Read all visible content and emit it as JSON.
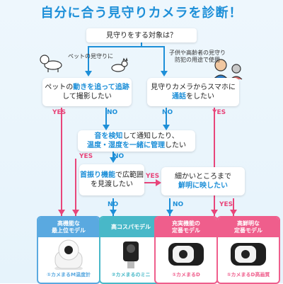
{
  "title": "自分に合う見守りカメラを診断！",
  "q_root": "見守りをする対象は？",
  "branch_left_label": [
    "ペットの見守りに"
  ],
  "branch_right_label": [
    "子供や高齢者の見守り",
    "防犯の用途で使用"
  ],
  "q_left": {
    "line1_pre": "ペットの",
    "line1_hl": "動きを追って追跡",
    "line2": "して撮影したい"
  },
  "q_right": {
    "line1": "見守りカメラからスマホに",
    "line2_hl": "通話",
    "line2": "をしたい"
  },
  "q_middle": {
    "line1_hl": "音を検知",
    "line1": "して通知したり、",
    "line2_hl": "温度・湿度を一緒に管理",
    "line2": "したい"
  },
  "q_pan": {
    "line1_hl": "首振り機能",
    "line1": "で広範囲",
    "line2": "を見渡したい"
  },
  "q_clear": {
    "line1": "細かいところまで",
    "line2_hl": "鮮明に映したい"
  },
  "yes": "YES",
  "no": "NO",
  "results": [
    {
      "title1": "高機能な",
      "title2": "最上位モデル",
      "name": "①カメまるM温度計",
      "color": "#5aa9e0"
    },
    {
      "title1": "高コスパモデル",
      "title2": "",
      "name": "②カメまるのミニ",
      "color": "#48b8c8"
    },
    {
      "title1": "充実機能の",
      "title2": "定番モデル",
      "name": "①カメまるD",
      "color": "#ef5e8c"
    },
    {
      "title1": "高鮮明な",
      "title2": "定番モデル",
      "name": "①カメまるD高画質",
      "color": "#ef5e8c"
    }
  ],
  "colors": {
    "blue": "#1d8fd8",
    "pink": "#e8457a"
  }
}
